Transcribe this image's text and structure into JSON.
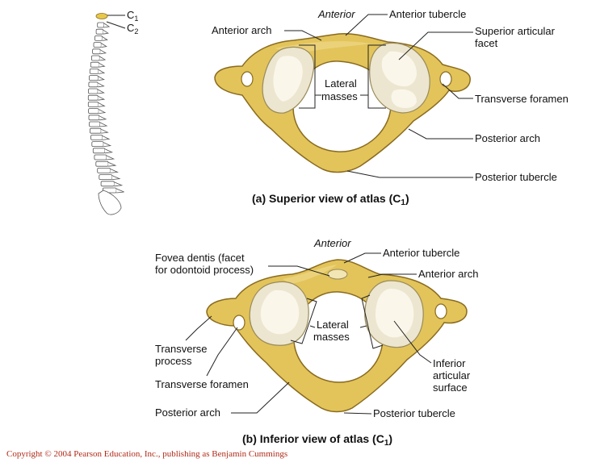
{
  "spine": {
    "label_c1": "C",
    "label_c1_sub": "1",
    "label_c2": "C",
    "label_c2_sub": "2"
  },
  "top_view": {
    "orientation": "Anterior",
    "labels": {
      "anterior_tubercle": "Anterior tubercle",
      "anterior_arch": "Anterior arch",
      "superior_articular_facet_line1": "Superior articular",
      "superior_articular_facet_line2": "facet",
      "lateral_masses_line1": "Lateral",
      "lateral_masses_line2": "masses",
      "transverse_foramen": "Transverse foramen",
      "posterior_arch": "Posterior arch",
      "posterior_tubercle": "Posterior tubercle"
    },
    "caption": "(a) Superior view of atlas (C",
    "caption_sub": "1",
    "caption_end": ")"
  },
  "bottom_view": {
    "orientation": "Anterior",
    "labels": {
      "fovea_dentis_line1": "Fovea dentis (facet",
      "fovea_dentis_line2": "for odontoid process)",
      "anterior_tubercle": "Anterior tubercle",
      "anterior_arch": "Anterior arch",
      "lateral_masses_line1": "Lateral",
      "lateral_masses_line2": "masses",
      "transverse_process_line1": "Transverse",
      "transverse_process_line2": "process",
      "transverse_foramen": "Transverse foramen",
      "inferior_articular_surface_line1": "Inferior",
      "inferior_articular_surface_line2": "articular",
      "inferior_articular_surface_line3": "surface",
      "posterior_arch": "Posterior arch",
      "posterior_tubercle": "Posterior tubercle"
    },
    "caption": "(b) Inferior view of atlas (C",
    "caption_sub": "1",
    "caption_end": ")"
  },
  "copyright": "Copyright © 2004 Pearson Education, Inc., publishing as Benjamin Cummings",
  "colors": {
    "bone": "#e2c45a",
    "bone_outline": "#8a6a1e",
    "facet": "#ece6d0",
    "highlight_c1": "#e8c84a",
    "copyright": "#b02a18"
  }
}
